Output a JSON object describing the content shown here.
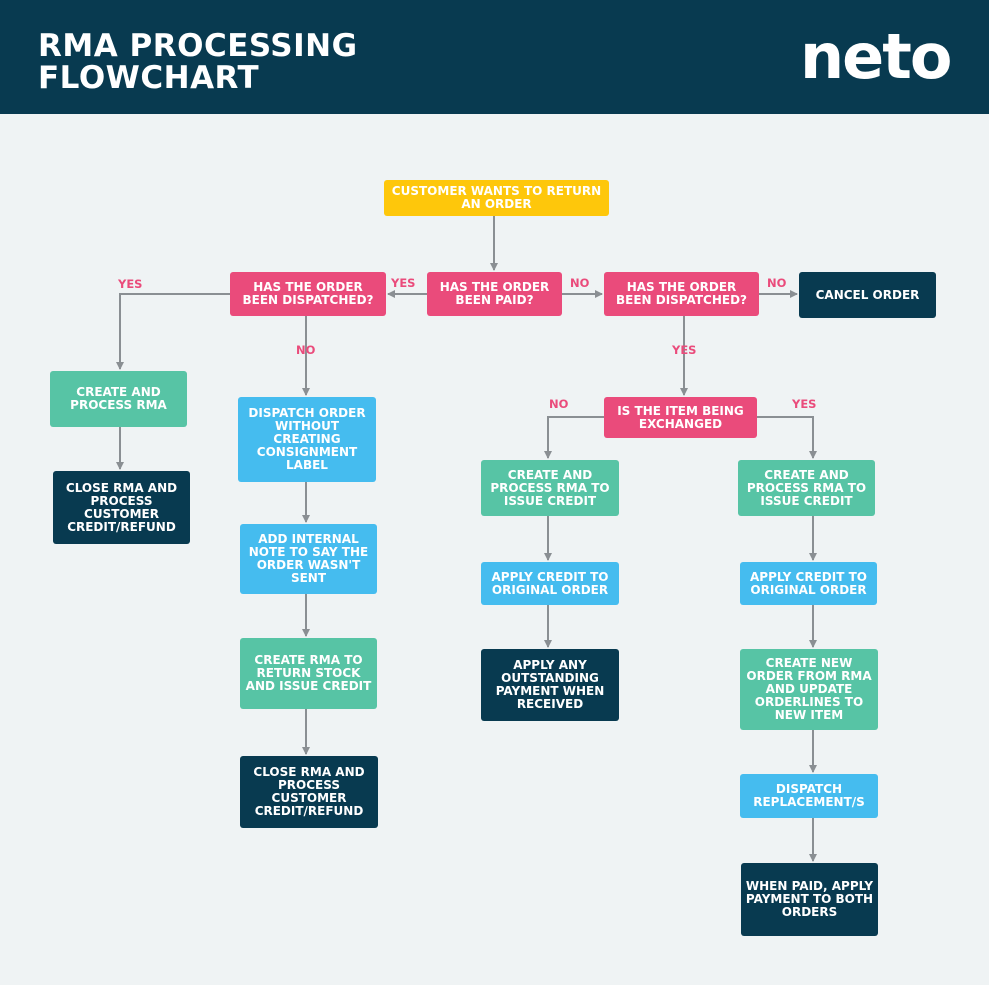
{
  "header": {
    "title_line1": "RMA PROCESSING",
    "title_line2": "FLOWCHART",
    "logo": "neto"
  },
  "colors": {
    "header_bg": "#083a50",
    "start": "#fec70b",
    "decision": "#ea4b7b",
    "rma_step": "#57c4a5",
    "dispatch_step": "#45bcef",
    "end_step": "#083a50",
    "branch_label": "#ea4b7b",
    "connector": "#8a8f93",
    "background": "#eff3f4"
  },
  "nodes": {
    "start": "CUSTOMER WANTS TO RETURN AN ORDER",
    "paid": "HAS THE ORDER BEEN PAID?",
    "dispatched_left": "HAS THE ORDER BEEN DISPATCHED?",
    "dispatched_right": "HAS THE ORDER BEEN DISPATCHED?",
    "cancel": "CANCEL ORDER",
    "create_process_rma": "CREATE AND PROCESS RMA",
    "close_rma_1": "CLOSE RMA AND PROCESS CUSTOMER CREDIT/REFUND",
    "dispatch_no_label": "DISPATCH ORDER WITHOUT CREATING CONSIGNMENT LABEL",
    "internal_note": "ADD INTERNAL NOTE TO SAY THE ORDER WASN'T SENT",
    "create_rma_return": "CREATE RMA TO RETURN STOCK AND ISSUE CREDIT",
    "close_rma_2": "CLOSE RMA AND PROCESS CUSTOMER CREDIT/REFUND",
    "exchanged": "IS THE ITEM BEING EXCHANGED",
    "credit_no": "CREATE AND PROCESS RMA TO ISSUE CREDIT",
    "apply_credit_no": "APPLY CREDIT TO ORIGINAL ORDER",
    "apply_outstanding": "APPLY ANY OUTSTANDING PAYMENT WHEN RECEIVED",
    "credit_yes": "CREATE AND PROCESS RMA TO ISSUE CREDIT",
    "apply_credit_yes": "APPLY CREDIT TO ORIGINAL ORDER",
    "new_order": "CREATE NEW ORDER FROM RMA AND UPDATE ORDERLINES TO NEW ITEM",
    "dispatch_replacement": "DISPATCH REPLACEMENT/S",
    "when_paid": "WHEN PAID, APPLY PAYMENT TO BOTH ORDERS"
  },
  "labels": {
    "paid_yes": "YES",
    "paid_no": "NO",
    "left_yes": "YES",
    "left_no": "NO",
    "right_no": "NO",
    "right_yes": "YES",
    "exch_no": "NO",
    "exch_yes": "YES"
  }
}
